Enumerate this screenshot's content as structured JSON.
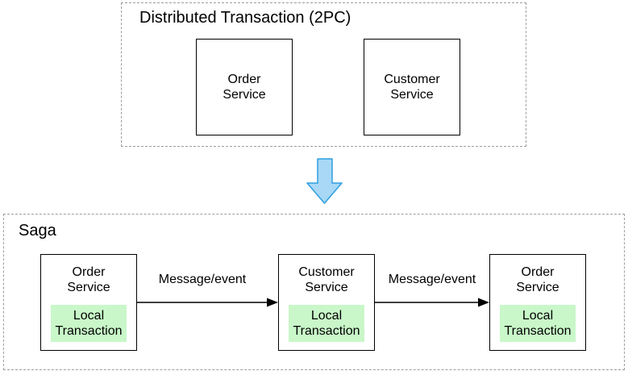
{
  "colors": {
    "local_transaction_bg": "#c9f7c9",
    "down_arrow_fill": "#a8d8f5",
    "down_arrow_stroke": "#2e9fe0",
    "dashed_border": "#9e9e9e",
    "node_border": "#000000",
    "edge_color": "#000000"
  },
  "twopc": {
    "title": "Distributed Transaction (2PC)",
    "services": [
      {
        "line1": "Order",
        "line2": "Service"
      },
      {
        "line1": "Customer",
        "line2": "Service"
      }
    ]
  },
  "transform_arrow": {
    "direction": "down"
  },
  "saga": {
    "title": "Saga",
    "steps": [
      {
        "line1": "Order",
        "line2": "Service",
        "local_line1": "Local",
        "local_line2": "Transaction"
      },
      {
        "line1": "Customer",
        "line2": "Service",
        "local_line1": "Local",
        "local_line2": "Transaction"
      },
      {
        "line1": "Order",
        "line2": "Service",
        "local_line1": "Local",
        "local_line2": "Transaction"
      }
    ],
    "edges": [
      {
        "label": "Message/event"
      },
      {
        "label": "Message/event"
      }
    ]
  }
}
